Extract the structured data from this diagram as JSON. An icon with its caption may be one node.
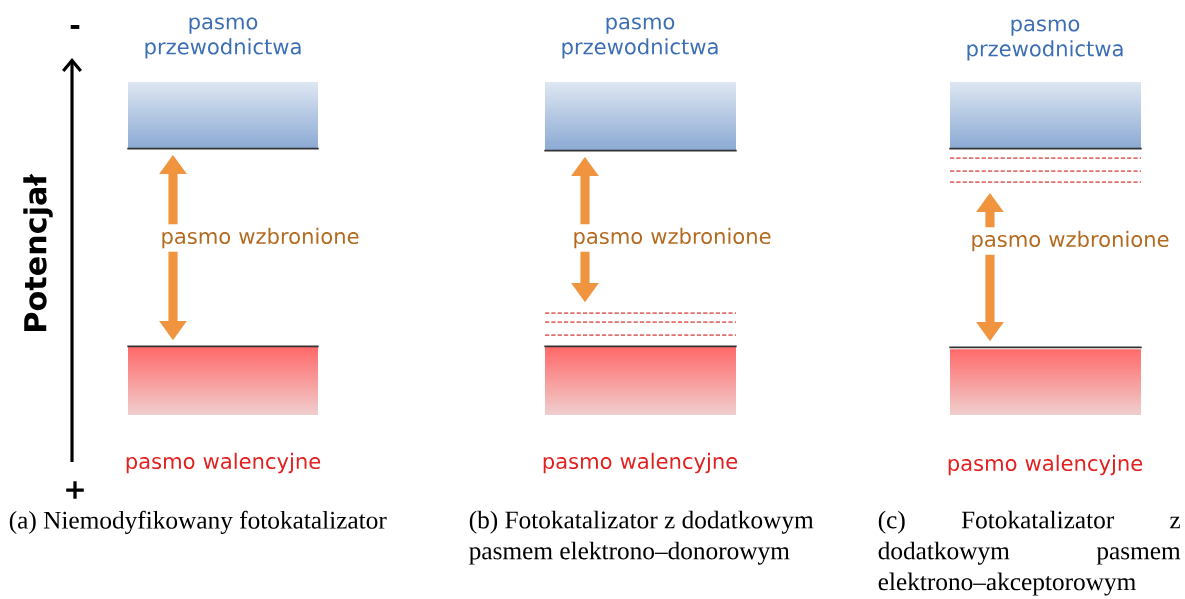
{
  "diagram": {
    "nodes": [
      {
        "text": [
          "pasmo przewodnictwa"
        ]
      },
      {
        "text": [
          "pasmo walencyjne"
        ]
      },
      {
        "text": [
          "pasmo przewodnictwa"
        ]
      },
      {
        "text": [],
        "shape": "bar"
      },
      {
        "text": [
          "pasmo walencyjne"
        ]
      },
      {
        "text": [
          "pasmo przewodnictwa"
        ]
      },
      {
        "text": [],
        "shape": "bar"
      },
      {
        "text": [
          "pasmo walencyjne"
        ]
      }
    ],
    "edges": [
      {
        "from": 0,
        "to": 1,
        "arrow": "both",
        "label": "pasmo wzbronione"
      },
      {
        "from": 2,
        "to": 3,
        "arrow": "both",
        "label": "pasmo wzbronione"
      },
      {
        "from": 6,
        "to": 7,
        "arrow": "both",
        "label": "pasmo wzbronione"
      }
    ],
    "labels": [
      "-",
      "Potencjał",
      "+",
      "(a) Niemodyfikowany fotokatalizator",
      "(b) Fotokatalizator z dodatkowym pasmem elektrono–donorowym",
      "(c) Fotokatalizator z dodatkowym pasmem elektrono–akceptorowym"
    ]
  }
}
